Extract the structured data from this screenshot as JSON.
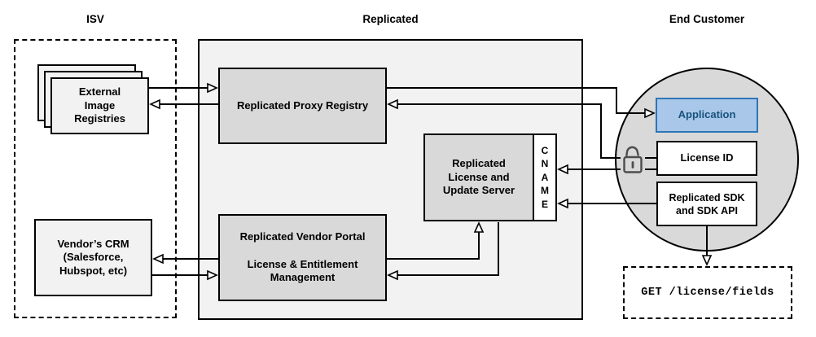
{
  "diagram": {
    "sections": {
      "isv": "ISV",
      "replicated": "Replicated",
      "end_customer": "End Customer"
    },
    "nodes": {
      "external_image_registries": "External\nImage\nRegistries",
      "vendors_crm": "Vendor’s CRM\n(Salesforce,\nHubspot, etc)",
      "replicated_proxy_registry": "Replicated Proxy Registry",
      "replicated_vendor_portal": "Replicated Vendor Portal\n\nLicense & Entitlement\nManagement",
      "replicated_license_update_server": "Replicated\nLicense and\nUpdate Server",
      "cname": "CNAME",
      "application": "Application",
      "license_id": "License ID",
      "replicated_sdk": "Replicated SDK\nand SDK API",
      "get_license_fields": "GET /license/fields"
    },
    "icons": {
      "lock": "open-padlock-icon"
    },
    "colors": {
      "app-fill": "#A9C7E8",
      "app-border": "#2E75B6",
      "app-text": "#17537E",
      "node-gray": "#D9D9D9",
      "container-gray": "#F2F2F2",
      "lock-gray": "#4D4D4D",
      "line-black": "#000000"
    }
  }
}
